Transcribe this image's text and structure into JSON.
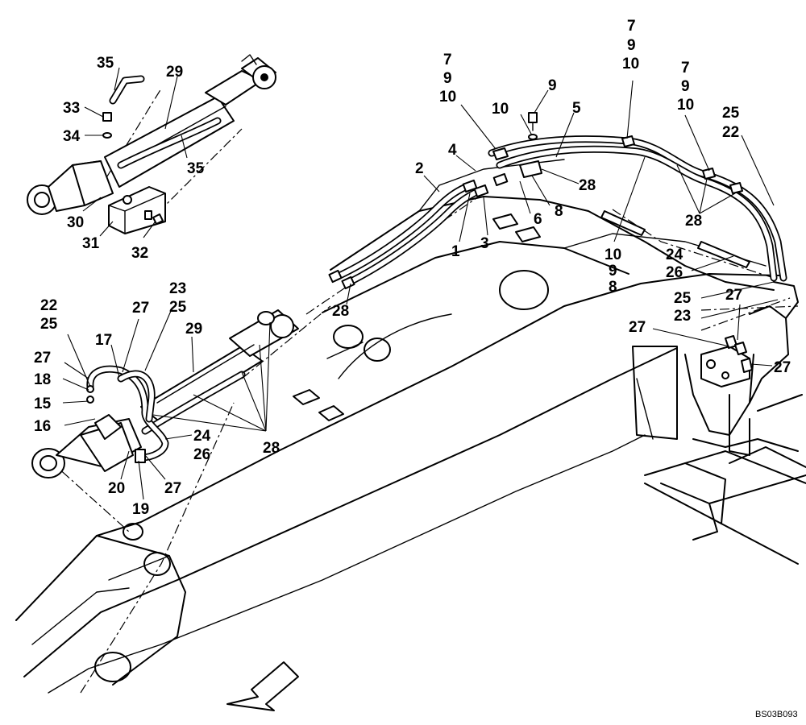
{
  "drawing_code": "BS03B093",
  "arrow_icon": "direction-arrow-icon",
  "callouts": {
    "c1": "1",
    "c2": "2",
    "c3": "3",
    "c4": "4",
    "c5": "5",
    "c6": "6",
    "c8": "8",
    "c7a": "7",
    "c9a": "9",
    "c10a": "10",
    "c9b": "9",
    "c10b": "10",
    "c7c": "7",
    "c9c": "9",
    "c10c": "10",
    "c7d": "7",
    "c9d": "9",
    "c10d": "10",
    "c25a": "25",
    "c22a": "22",
    "c28a": "28",
    "c28b": "28",
    "c28c": "28",
    "c28d": "28",
    "c10e": "10",
    "c9e": "9",
    "c8e": "8",
    "c24a": "24",
    "c26a": "26",
    "c25b": "25",
    "c23a": "23",
    "c27a": "27",
    "c27b": "27",
    "c27c": "27",
    "c35a": "35",
    "c29a": "29",
    "c33": "33",
    "c34": "34",
    "c35b": "35",
    "c30": "30",
    "c31": "31",
    "c32": "32",
    "c23b": "23",
    "c25c": "25",
    "c22b": "22",
    "c25d": "25",
    "c27d": "27",
    "c17": "17",
    "c29b": "29",
    "c27e": "27",
    "c18": "18",
    "c15": "15",
    "c16": "16",
    "c24b": "24",
    "c26b": "26",
    "c20": "20",
    "c19": "19",
    "c27f": "27"
  }
}
